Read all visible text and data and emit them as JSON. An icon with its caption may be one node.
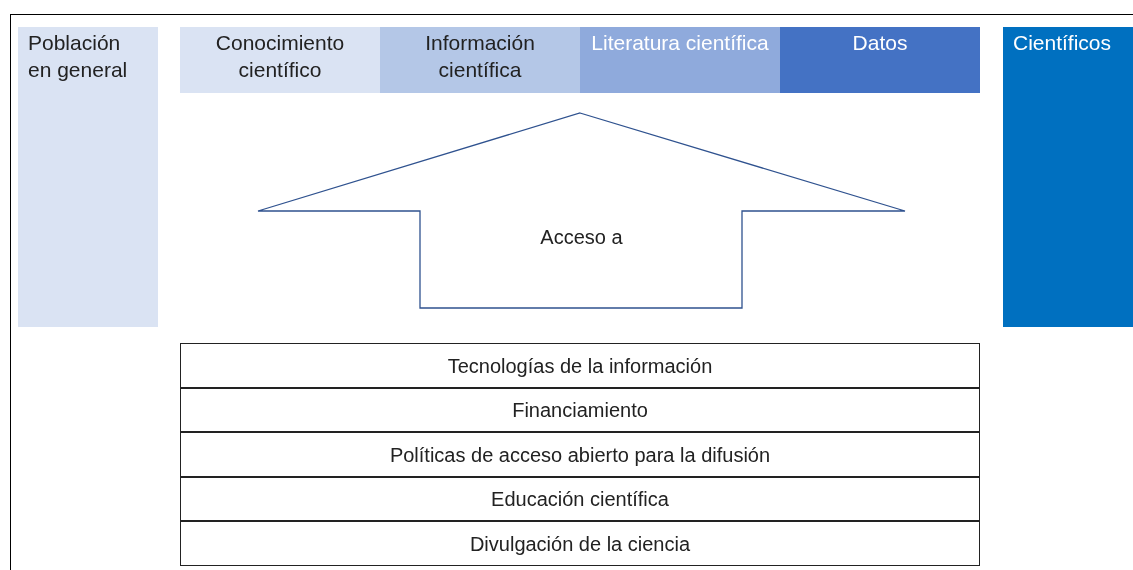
{
  "diagram": {
    "nodes": [
      {
        "text": [
          "Población en general"
        ]
      },
      {
        "text": [
          "Conocimiento científico"
        ]
      },
      {
        "text": [
          "Información científica"
        ]
      },
      {
        "text": [
          "Literatura científica"
        ]
      },
      {
        "text": [
          "Datos"
        ]
      },
      {
        "text": [
          "Científicos"
        ]
      },
      {
        "text": [
          "Acceso a"
        ]
      },
      {
        "text": [
          "Tecnologías de la información"
        ]
      },
      {
        "text": [
          "Financiamiento"
        ]
      },
      {
        "text": [
          "Políticas de acceso abierto para la difusión"
        ]
      },
      {
        "text": [
          "Educación científica"
        ]
      },
      {
        "text": [
          "Divulgación de la ciencia"
        ]
      }
    ]
  }
}
